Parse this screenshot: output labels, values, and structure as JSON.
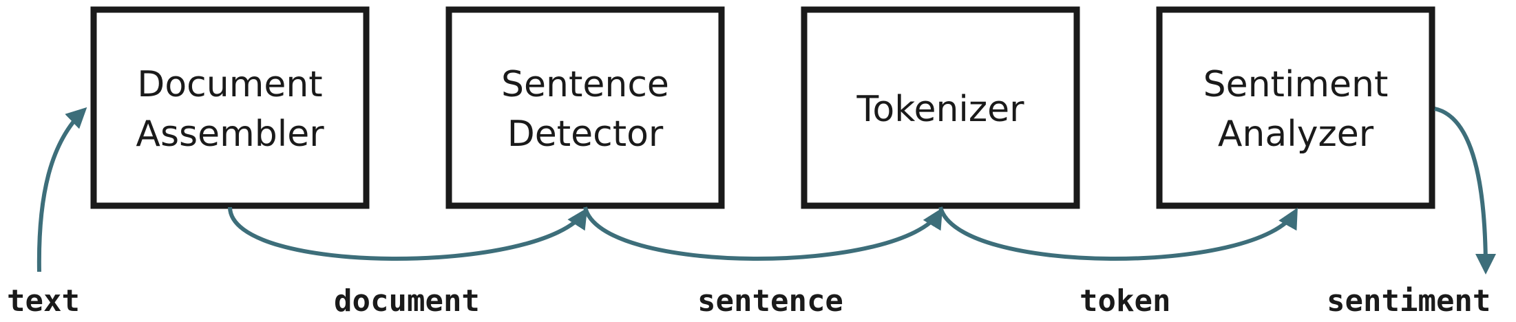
{
  "colors": {
    "box_border": "#1a1a1a",
    "arrow": "#3d6e7a",
    "text": "#1a1a1a",
    "background": "#ffffff"
  },
  "stages": [
    {
      "line1": "Document",
      "line2": "Assembler"
    },
    {
      "line1": "Sentence",
      "line2": "Detector"
    },
    {
      "line1": "Tokenizer"
    },
    {
      "line1": "Sentiment",
      "line2": "Analyzer"
    }
  ],
  "annotations": {
    "input": "text",
    "outputs": [
      "document",
      "sentence",
      "token"
    ],
    "final": "sentiment"
  }
}
